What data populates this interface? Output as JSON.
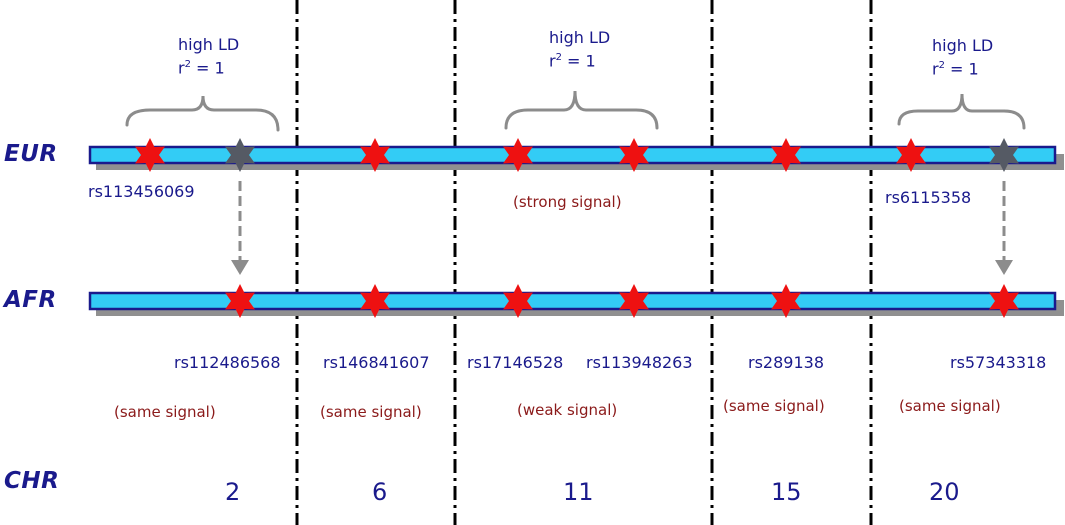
{
  "populations": {
    "eur": "EUR",
    "afr": "AFR",
    "chr": "CHR"
  },
  "ld_annotation": {
    "text": "high LD",
    "r_letter": "r",
    "r_exponent": "2",
    "r_value": "= 1"
  },
  "eur_snps": {
    "left": "rs113456069",
    "right": "rs6115358"
  },
  "eur_signal": "(strong signal)",
  "afr_snps": [
    "rs112486568",
    "rs146841607",
    "rs17146528",
    "rs113948263",
    "rs289138",
    "rs57343318"
  ],
  "signals": [
    "(same signal)",
    "(same signal)",
    "(weak signal)",
    "(same signal)",
    "(same signal)"
  ],
  "chromosomes": [
    "2",
    "6",
    "11",
    "15",
    "20"
  ],
  "colors": {
    "bar_fill": "#33ccf5",
    "bar_border": "#1a1a8c",
    "bar_shadow": "#909090",
    "star_red": "#ee1111",
    "star_gray": "#555a64",
    "divider": "#000000",
    "bracket": "#8c8c8c",
    "arrow": "#8c8c8c"
  }
}
